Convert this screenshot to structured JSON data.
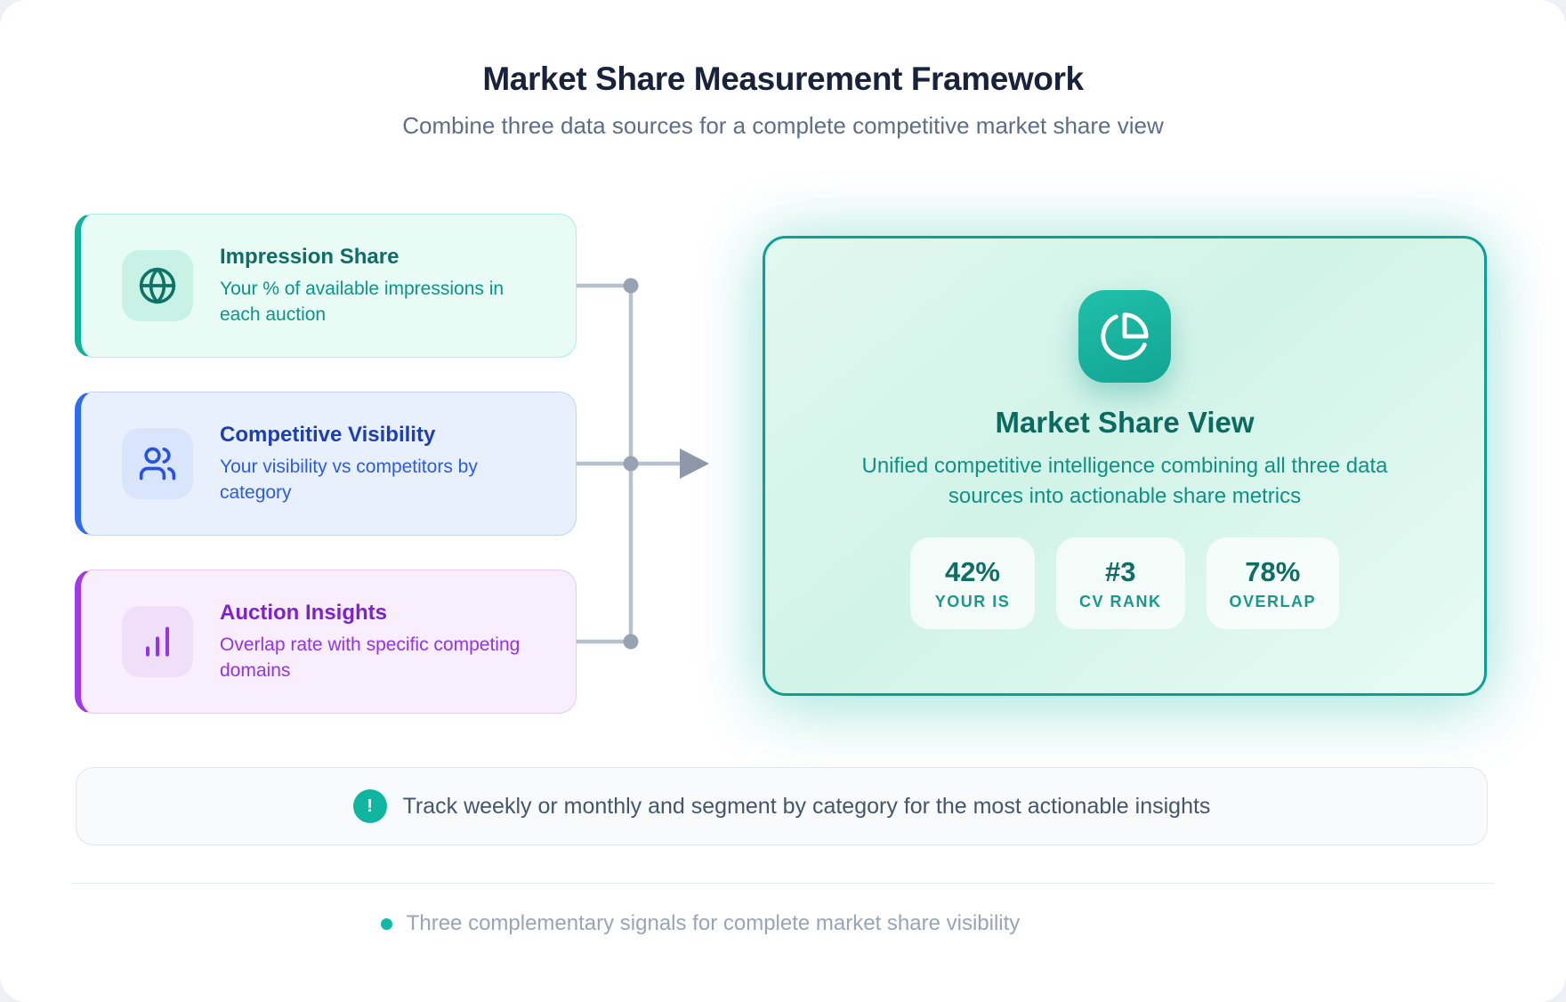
{
  "header": {
    "title": "Market Share Measurement Framework",
    "subtitle": "Combine three data sources for a complete competitive market share view"
  },
  "sources": [
    {
      "name": "Impression Share",
      "description": "Your % of available impressions in each auction",
      "icon": "globe-icon",
      "accent_color": "#0fb39a"
    },
    {
      "name": "Competitive Visibility",
      "description": "Your visibility vs competitors by category",
      "icon": "users-icon",
      "accent_color": "#2e6bee"
    },
    {
      "name": "Auction Insights",
      "description": "Overlap rate with specific competing domains",
      "icon": "bar-chart-icon",
      "accent_color": "#a138e9"
    }
  ],
  "result_card": {
    "title": "Market Share View",
    "description": "Unified competitive intelligence combining all three data sources into actionable share metrics",
    "icon": "pie-chart-icon",
    "accent_color": "#0da092",
    "stats": [
      {
        "value": "42%",
        "label": "YOUR IS"
      },
      {
        "value": "#3",
        "label": "CV RANK"
      },
      {
        "value": "78%",
        "label": "OVERLAP"
      }
    ]
  },
  "tip": {
    "icon_glyph": "!",
    "text": "Track weekly or monthly and segment by category for the most actionable insights"
  },
  "footer": {
    "text": "Three complementary signals for complete market share visibility"
  }
}
